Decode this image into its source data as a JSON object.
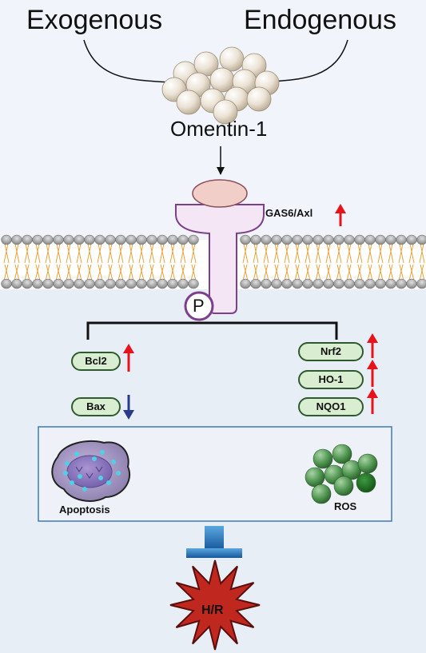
{
  "labels": {
    "exogenous": "Exogenous",
    "endogenous": "Endogenous",
    "omentin": "Omentin-1",
    "receptor": "GAS6/Axl",
    "phospho": "P",
    "apoptosis": "Apoptosis",
    "ros": "ROS",
    "outcome": "H/R"
  },
  "markers": {
    "bcl2": "Bcl2",
    "bax": "Bax",
    "nrf2": "Nrf2",
    "ho1": "HO-1",
    "nqo1": "NQO1"
  },
  "colors": {
    "up_arrow": "#e8121a",
    "down_arrow": "#2a3a8a",
    "inhibitor": "#1f78bf",
    "receptor_fill": "#f4e6f4",
    "receptor_stroke": "#7b3f8c",
    "outcome_star": "#c0271f",
    "pill_fill": "#d9edd0"
  }
}
